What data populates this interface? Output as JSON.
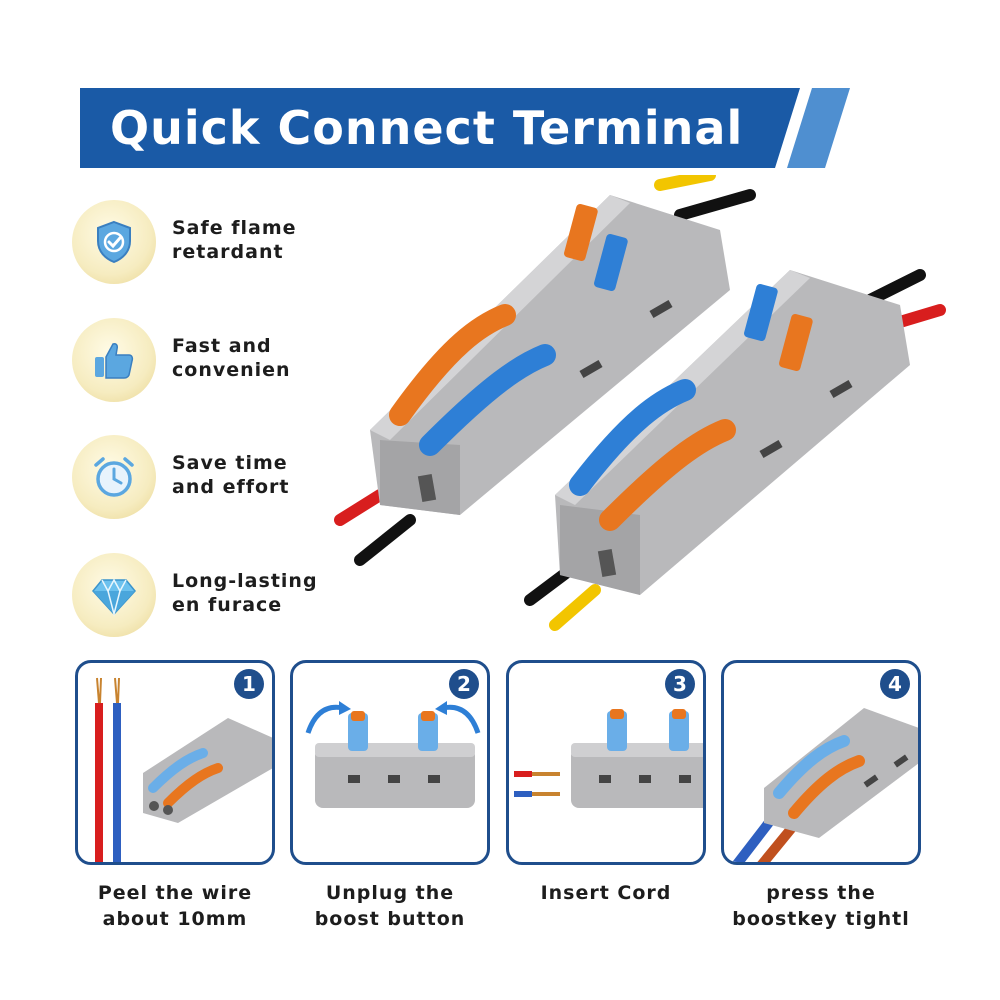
{
  "title": "Quick Connect Terminal",
  "colors": {
    "banner": "#1a5aa6",
    "accent": "#4f8fd0",
    "step_border": "#1f4e8c",
    "badge": "#f6ecc0"
  },
  "features": [
    {
      "icon": "shield-check-icon",
      "line1": "Safe flame",
      "line2": "retardant"
    },
    {
      "icon": "thumbs-up-icon",
      "line1": "Fast and",
      "line2": "convenien"
    },
    {
      "icon": "alarm-clock-icon",
      "line1": "Save time",
      "line2": "and effort"
    },
    {
      "icon": "diamond-icon",
      "line1": "Long-lasting",
      "line2": "en furace"
    }
  ],
  "steps": [
    {
      "number": "1",
      "line1": "Peel the wire",
      "line2": "about 10mm"
    },
    {
      "number": "2",
      "line1": "Unplug the",
      "line2": "boost button"
    },
    {
      "number": "3",
      "line1": "Insert Cord",
      "line2": ""
    },
    {
      "number": "4",
      "line1": "press the",
      "line2": "boostkey tightl"
    }
  ]
}
